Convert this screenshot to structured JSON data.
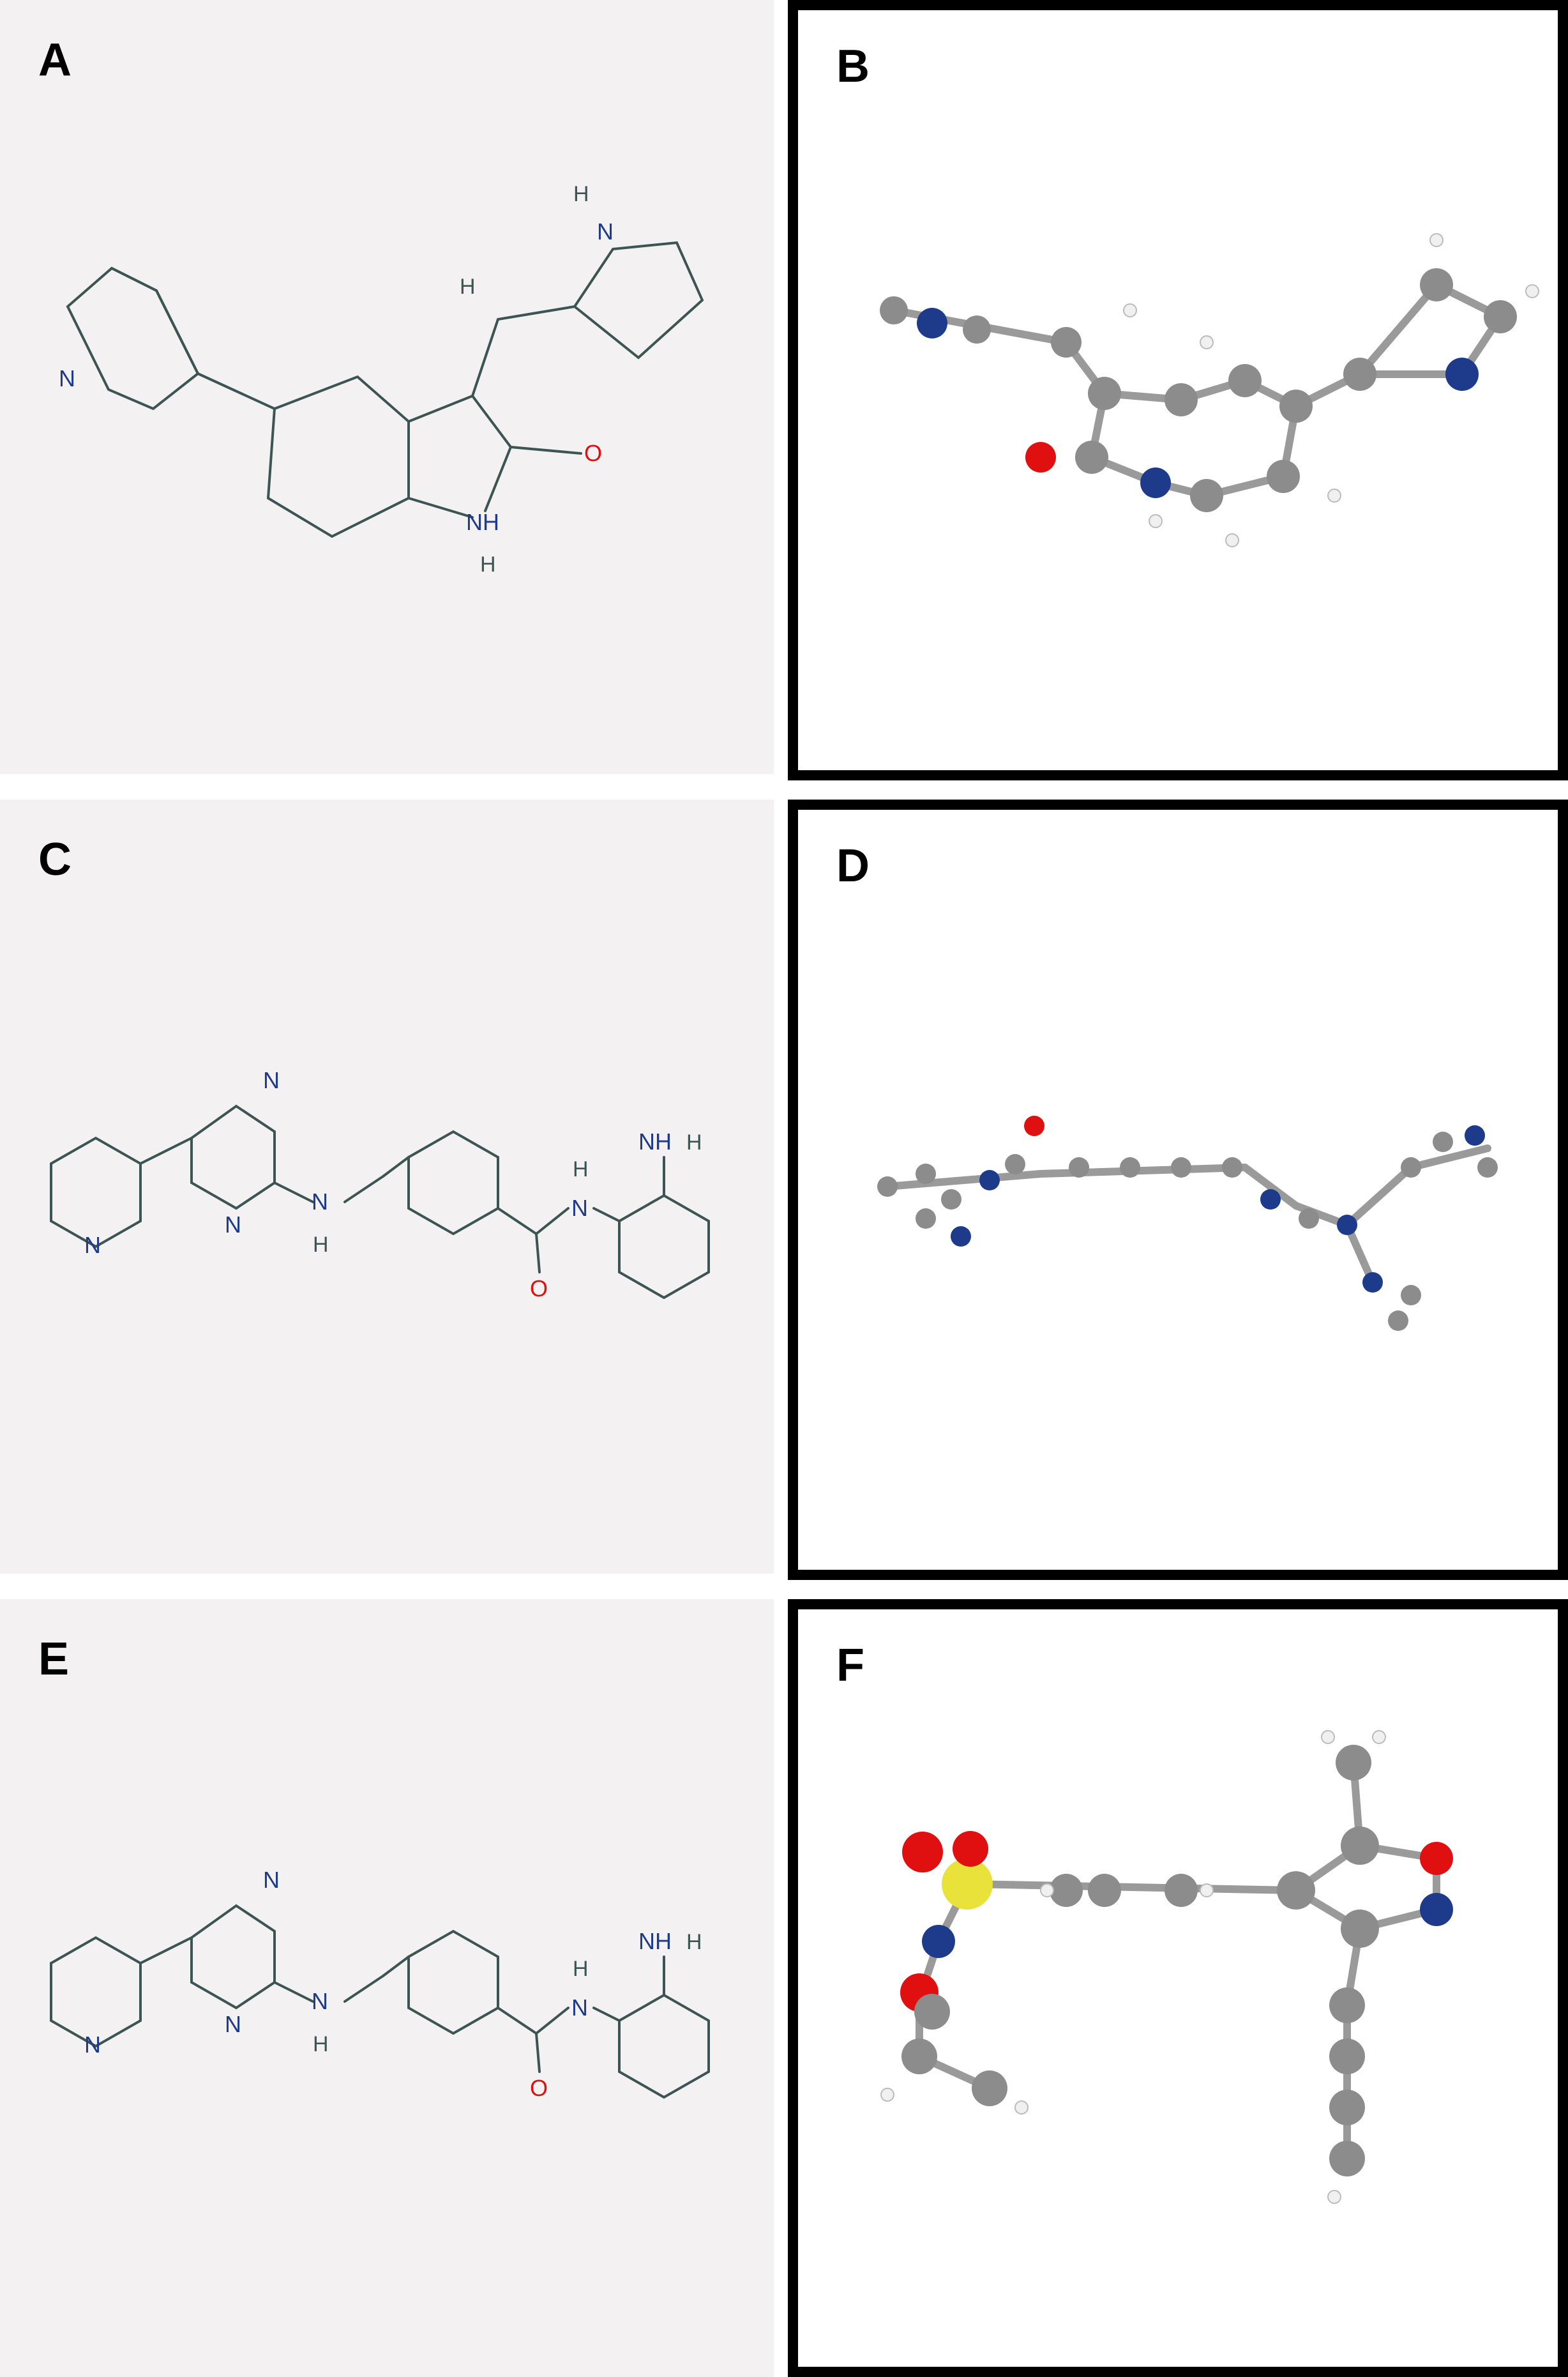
{
  "panels": [
    {
      "label": "A"
    },
    {
      "label": "B"
    },
    {
      "label": "C"
    },
    {
      "label": "D"
    },
    {
      "label": "E"
    },
    {
      "label": "F"
    }
  ],
  "atoms": {
    "N": "N",
    "NH": "NH",
    "H": "H",
    "O": "O",
    "NH2": "NH"
  },
  "colors": {
    "bond": "#3c5552",
    "nitrogen": "#1e3a8a",
    "oxygen": "#e01010",
    "sulfur": "#e8e23a",
    "carbon": "#8c8c8c",
    "hydrogen": "#f0f0f0",
    "panel_2d_bg": "#f3f1f2"
  }
}
